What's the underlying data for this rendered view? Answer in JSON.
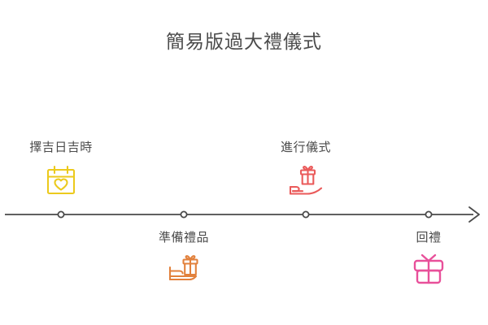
{
  "page": {
    "title": "簡易版過大禮儀式",
    "background_color": "#ffffff",
    "text_color": "#4b4b4b"
  },
  "timeline": {
    "axis_color": "#4a4a4a",
    "marker_fill": "#ffffff",
    "marker_stroke": "#4a4a4a",
    "arrow_direction": "right",
    "marker_count": 4,
    "steps": [
      {
        "index": 1,
        "label": "擇吉日吉時",
        "icon": "calendar-heart-icon",
        "color": "#ecca1d",
        "position": "above"
      },
      {
        "index": 2,
        "label": "準備禮品",
        "icon": "hand-gift-flat-icon",
        "color": "#e2813c",
        "position": "below"
      },
      {
        "index": 3,
        "label": "進行儀式",
        "icon": "hand-gift-open-palm-icon",
        "color": "#ea5a5a",
        "position": "above"
      },
      {
        "index": 4,
        "label": "回禮",
        "icon": "gift-box-icon",
        "color": "#e8509a",
        "position": "below"
      }
    ]
  }
}
